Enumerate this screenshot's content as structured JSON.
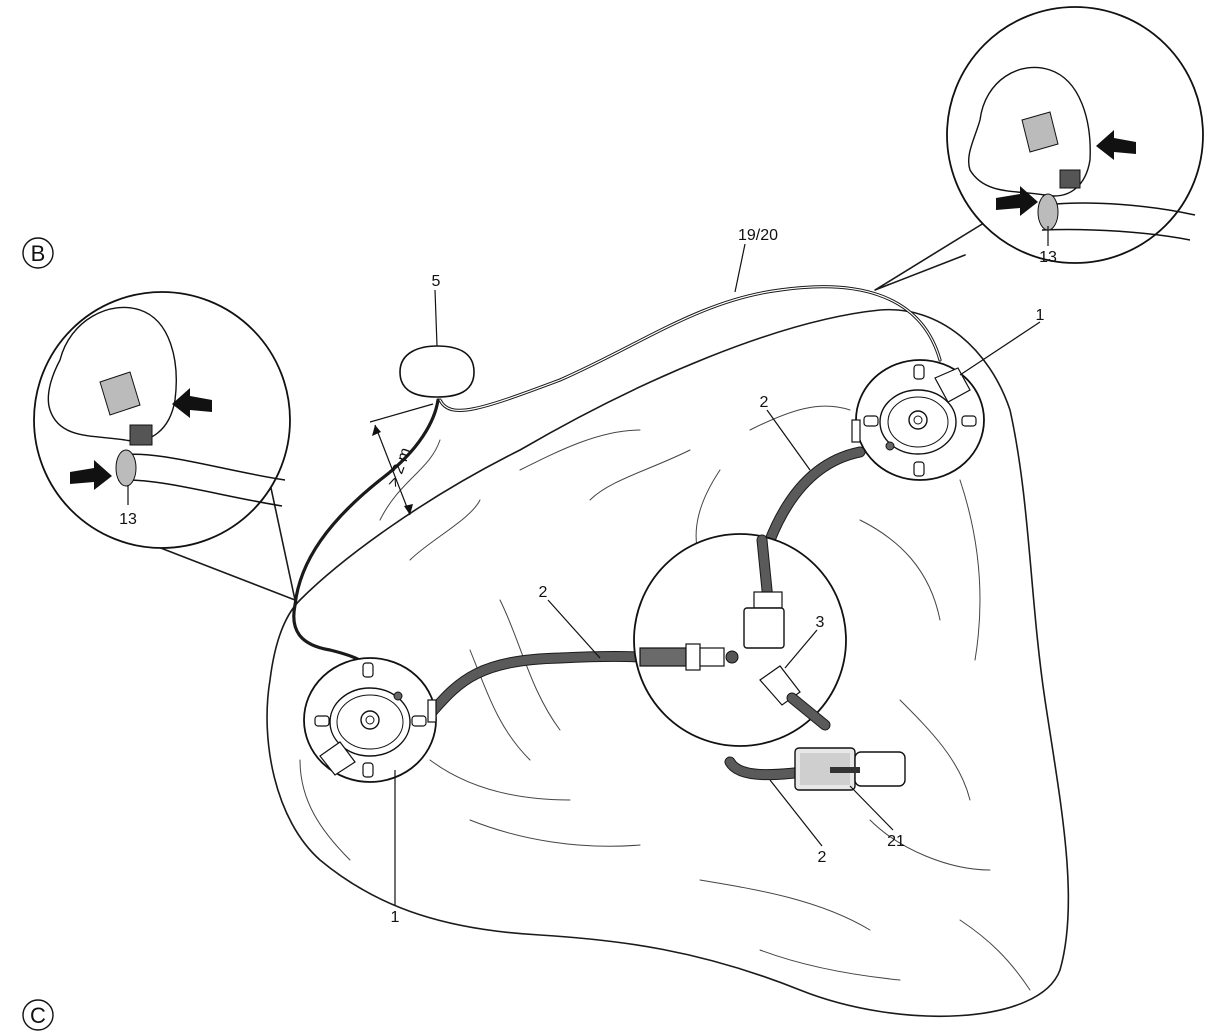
{
  "section_labels": {
    "b": "B",
    "c": "C"
  },
  "callouts": {
    "probe_left": "1",
    "probe_right": "1",
    "hose_left": "2",
    "hose_right": "2",
    "hose_bottom": "2",
    "connector": "3",
    "unit": "5",
    "cable": "19/20",
    "clip_left": "13",
    "clip_right": "13",
    "filter": "21"
  },
  "dimension": "> 2 m"
}
